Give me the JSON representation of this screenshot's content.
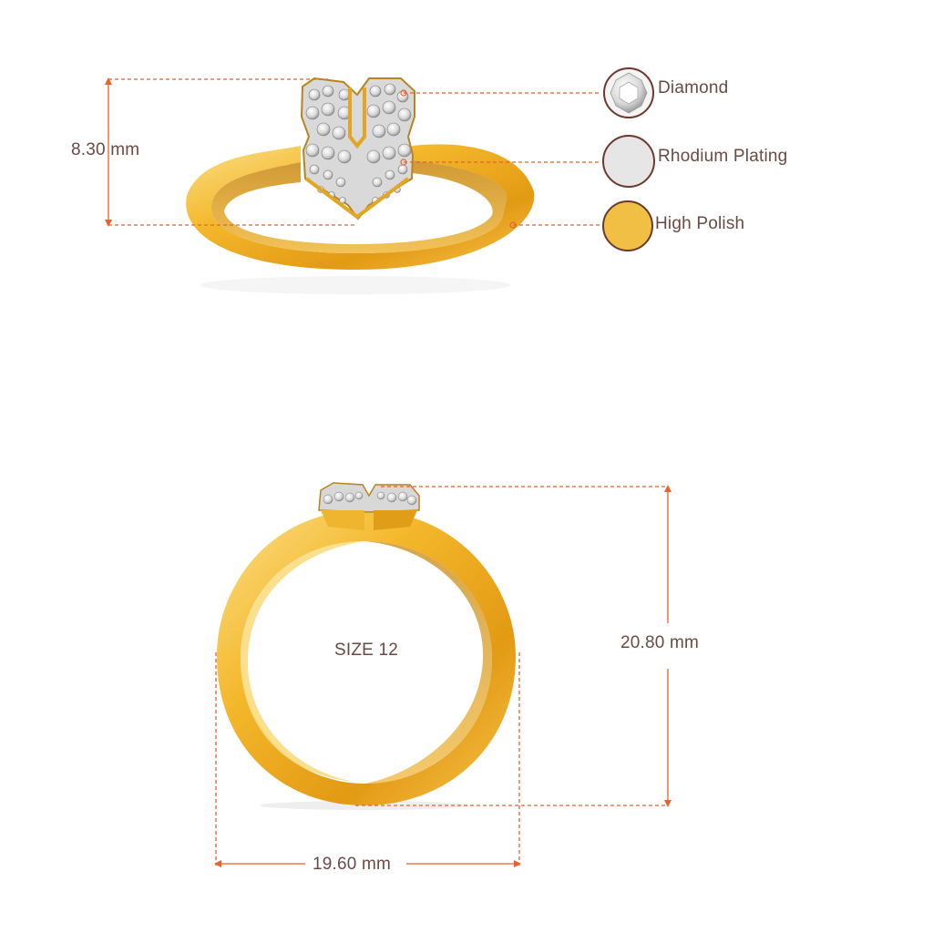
{
  "dimensions": {
    "height": "8.30 mm",
    "inner_height": "20.80 mm",
    "width": "19.60 mm",
    "size": "SIZE 12"
  },
  "legend": [
    {
      "label": "Diamond",
      "swatch_color": "#f4f4f4",
      "icon": "diamond-swatch-icon"
    },
    {
      "label": "Rhodium Plating",
      "swatch_color": "#e6e6e6",
      "icon": "rhodium-swatch-icon"
    },
    {
      "label": "High Polish",
      "swatch_color": "#f2bf45",
      "icon": "gold-swatch-icon"
    }
  ],
  "colors": {
    "dimension_line": "#e8622a",
    "gold": "#f2b630",
    "swatch_border": "#6b3a2e",
    "text": "#6b4a44"
  }
}
